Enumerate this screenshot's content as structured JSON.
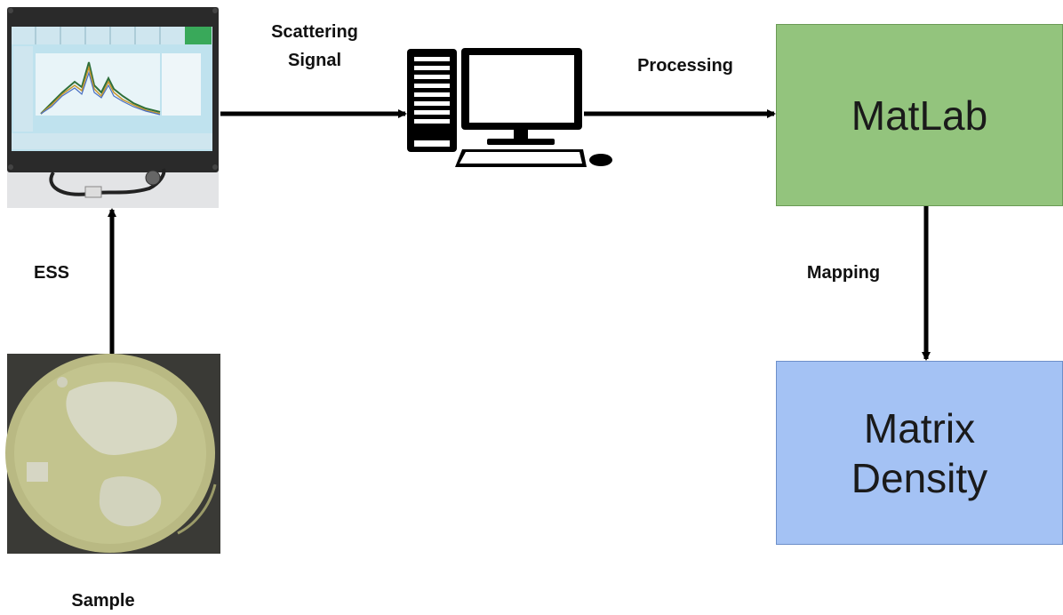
{
  "labels": {
    "scattering_line1": "Scattering",
    "scattering_line2": "Signal",
    "processing": "Processing",
    "ess": "ESS",
    "sample": "Sample",
    "mapping": "Mapping"
  },
  "boxes": {
    "matlab": "MatLab",
    "matrix_line1": "Matrix",
    "matrix_line2": "Density"
  },
  "colors": {
    "matlab_fill": "#93c47d",
    "matrix_fill": "#a4c2f4",
    "arrow": "#000000"
  },
  "images": {
    "spectrometer": "touchscreen-spectrometer-photo",
    "computer": "desktop-computer-icon",
    "sample": "sample-dish-photo"
  }
}
